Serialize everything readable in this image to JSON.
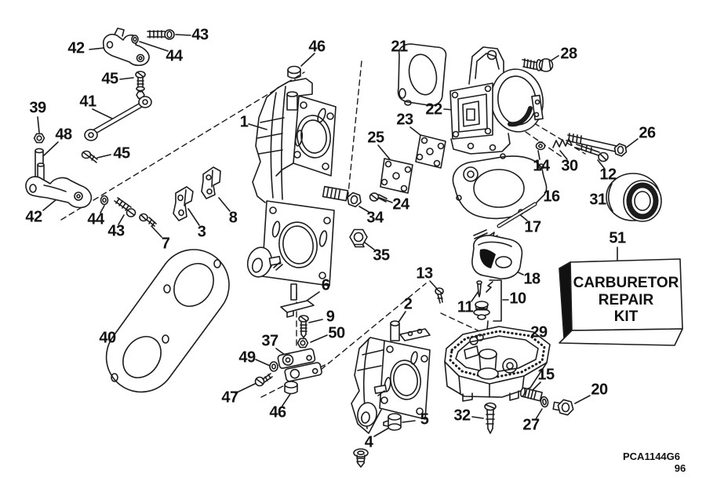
{
  "colors": {
    "ink": "#1c1c1c",
    "paper": "#ffffff"
  },
  "callouts": [
    "42",
    "43",
    "44",
    "45",
    "41",
    "39",
    "48",
    "45",
    "46",
    "1",
    "21",
    "22",
    "23",
    "25",
    "28",
    "26",
    "14",
    "30",
    "12",
    "16",
    "31",
    "42",
    "44",
    "43",
    "8",
    "3",
    "7",
    "24",
    "34",
    "35",
    "17",
    "51",
    "18",
    "13",
    "10",
    "11",
    "6",
    "2",
    "29",
    "9",
    "50",
    "37",
    "49",
    "40",
    "47",
    "46",
    "5",
    "4",
    "32",
    "15",
    "27",
    "20"
  ],
  "repair_kit": {
    "line1": "CARBURETOR",
    "line2": "REPAIR",
    "line3": "KIT"
  },
  "footer": {
    "code": "PCA1144G",
    "date": "6 96"
  }
}
